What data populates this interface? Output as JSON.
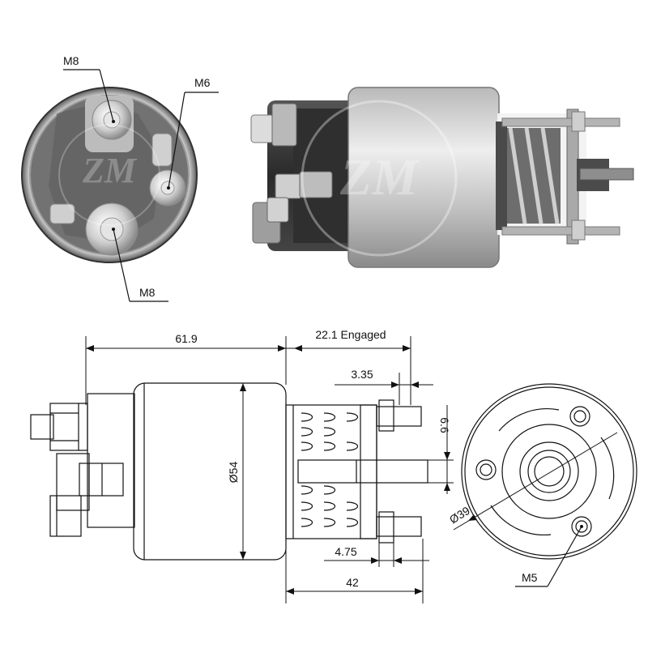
{
  "callouts": {
    "end_top_left": "M8",
    "end_top_right": "M6",
    "end_bottom": "M8",
    "flange_hole": "M5"
  },
  "dimensions": {
    "overall_body": "61.9",
    "engaged_travel": "22.1 Engaged",
    "stud_offset": "3.35",
    "stud_pitch": "6.6",
    "body_diameter": "Ø54",
    "bolt_circle": "Ø39",
    "plunger_offset": "4.75",
    "flange_length": "42"
  },
  "logo": "ZM",
  "colors": {
    "metal_light": "#d8d8d8",
    "metal_mid": "#9a9a9a",
    "metal_dark": "#3a3a3a",
    "line": "#111111"
  }
}
